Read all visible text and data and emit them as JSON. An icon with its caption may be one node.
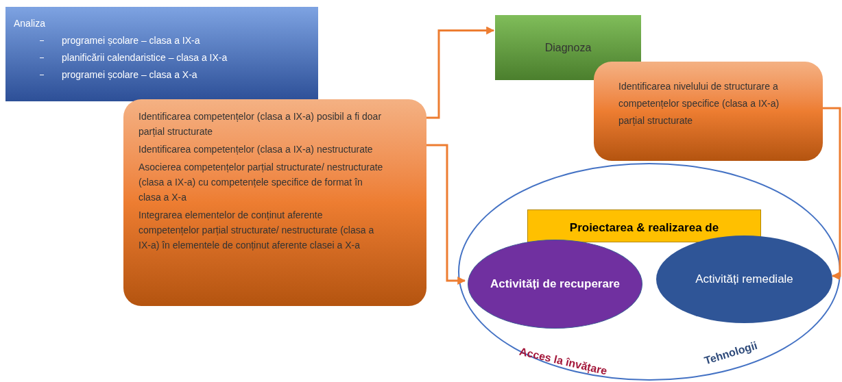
{
  "diagram": {
    "nodes": [
      {
        "text": [
          "Analiza",
          "programei școlare – clasa a IX-a",
          "planificării calendaristice – clasa a IX-a",
          "programei școlare – clasa a X-a"
        ]
      },
      {
        "text": [
          "Identificarea competențelor (clasa a IX-a) posibil a fi doar parțial structurate",
          "Identificarea competențelor (clasa a IX-a) nestructurate",
          "Asocierea competențelor parțial structurate/ nestructurate (clasa a IX-a) cu competențele specifice de format în clasa a X-a",
          "Integrarea elementelor de conținut aferente competențelor parțial structurate/ nestructurate (clasa a IX-a) în elementele de conținut aferente clasei a X-a"
        ]
      },
      {
        "text": [
          "Diagnoza"
        ]
      },
      {
        "text": [
          "Identificarea nivelului de structurare a competențelor specifice (clasa a IX-a) parțial structurate"
        ]
      },
      {
        "text": [],
        "shape": "ellipse",
        "beside": [
          "Acces la învățare",
          "Tehnologii"
        ]
      },
      {
        "text": [
          "Proiectarea & realizarea de"
        ],
        "in": 4
      },
      {
        "text": [
          "Activități de recuperare"
        ],
        "in": 4
      },
      {
        "text": [
          "Activități remediale"
        ],
        "in": 4
      }
    ],
    "edges": [
      {
        "from": 1,
        "to": 2,
        "arrow": "to"
      },
      {
        "from": 1,
        "to": 6,
        "arrow": "to"
      },
      {
        "from": 3,
        "to": 7,
        "arrow": "to"
      }
    ]
  }
}
